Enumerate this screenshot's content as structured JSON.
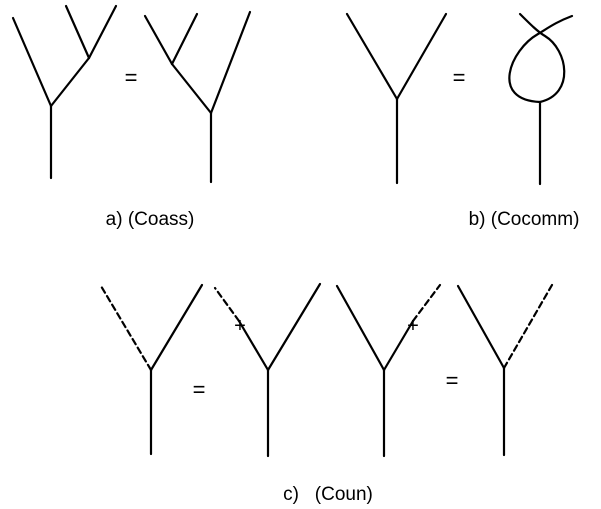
{
  "panels": {
    "a": {
      "caption": "a)  (Coass)",
      "equals": "="
    },
    "b": {
      "caption": "b)  (Cocomm)",
      "equals": "="
    },
    "c": {
      "caption": "c)   (Coun)",
      "equals_left": "=",
      "equals_right": "=",
      "plus_left": "+",
      "plus_right": "+"
    }
  }
}
